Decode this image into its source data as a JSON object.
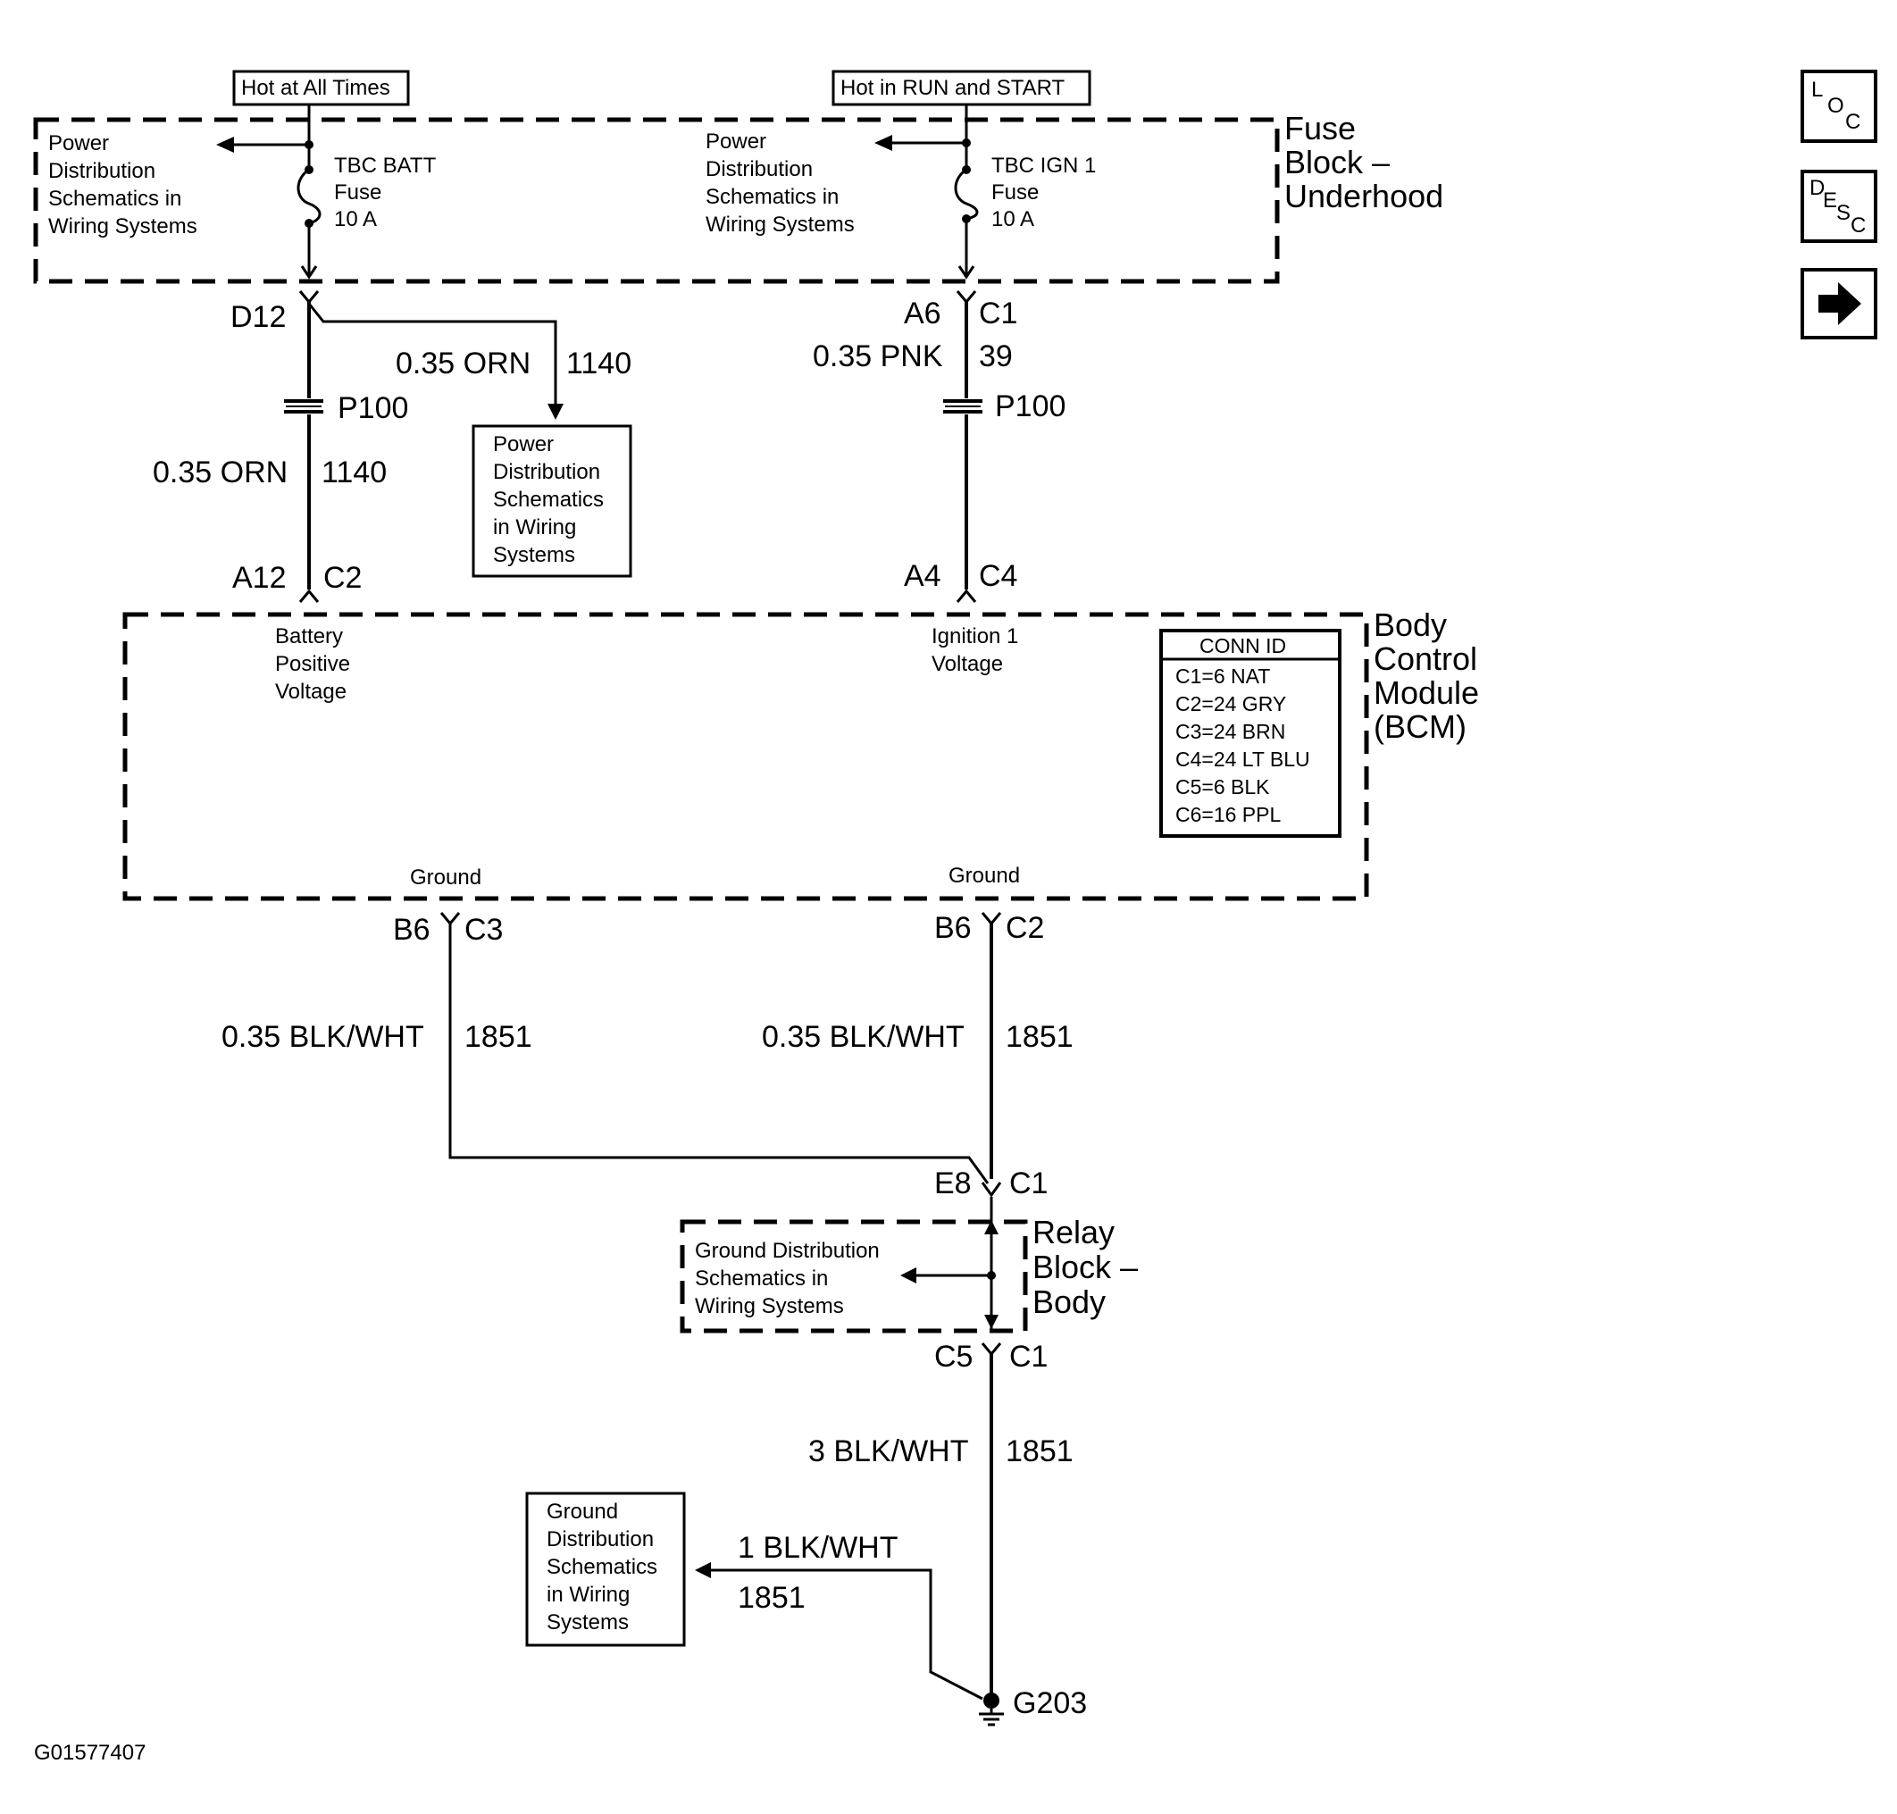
{
  "fuse_block": {
    "title_lines": [
      "Fuse",
      "Block –",
      "Underhood"
    ],
    "hot_left": "Hot at All Times",
    "hot_right": "Hot in RUN and START",
    "left_ref_lines": [
      "Power",
      "Distribution",
      "Schematics in",
      "Wiring Systems"
    ],
    "right_ref_lines": [
      "Power",
      "Distribution",
      "Schematics in",
      "Wiring Systems"
    ],
    "fuse_left_lines": [
      "TBC BATT",
      "Fuse",
      "10 A"
    ],
    "fuse_right_lines": [
      "TBC IGN 1",
      "Fuse",
      "10 A"
    ]
  },
  "connectors": {
    "d12": "D12",
    "a6": "A6",
    "c1_top": "C1",
    "p100_left": "P100",
    "p100_right": "P100",
    "a12": "A12",
    "c2_top": "C2",
    "a4": "A4",
    "c4": "C4",
    "b6_left": "B6",
    "c3": "C3",
    "b6_right": "B6",
    "c2_bottom": "C2",
    "e8": "E8",
    "c1_mid": "C1",
    "c5": "C5",
    "c1_low": "C1",
    "g203": "G203"
  },
  "wires": {
    "orn_gauge": "0.35 ORN",
    "orn_circuit": "1140",
    "orn_gauge_2": "0.35 ORN",
    "orn_circuit_2": "1140",
    "pnk_gauge": "0.35 PNK",
    "pnk_circuit": "39",
    "blkwht_left_gauge": "0.35 BLK/WHT",
    "blkwht_left_circuit": "1851",
    "blkwht_right_gauge": "0.35 BLK/WHT",
    "blkwht_right_circuit": "1851",
    "blkwht_3_gauge": "3 BLK/WHT",
    "blkwht_3_circuit": "1851",
    "blkwht_1_gauge": "1 BLK/WHT",
    "blkwht_1_circuit": "1851"
  },
  "power_box_lines": [
    "Power",
    "Distribution",
    "Schematics",
    "in Wiring",
    "Systems"
  ],
  "bcm": {
    "title_lines": [
      "Body",
      "Control",
      "Module",
      "(BCM)"
    ],
    "battery_lines": [
      "Battery",
      "Positive",
      "Voltage"
    ],
    "ignition_lines": [
      "Ignition 1",
      "Voltage"
    ],
    "ground_left": "Ground",
    "ground_right": "Ground",
    "conn_id_title": "CONN ID",
    "conn_id_rows": [
      "C1=6 NAT",
      "C2=24 GRY",
      "C3=24 BRN",
      "C4=24 LT BLU",
      "C5=6 BLK",
      "C6=16 PPL"
    ]
  },
  "relay_block": {
    "title_lines": [
      "Relay",
      "Block –",
      "Body"
    ],
    "ref_lines": [
      "Ground Distribution",
      "Schematics in",
      "Wiring Systems"
    ]
  },
  "ground_box_lines": [
    "Ground",
    "Distribution",
    "Schematics",
    "in Wiring",
    "Systems"
  ],
  "nav": {
    "loc": [
      "L",
      "O",
      "C"
    ],
    "desc": [
      "D",
      "E",
      "S",
      "C"
    ],
    "next_icon": "arrow-right-icon"
  },
  "figure_id": "G01577407"
}
